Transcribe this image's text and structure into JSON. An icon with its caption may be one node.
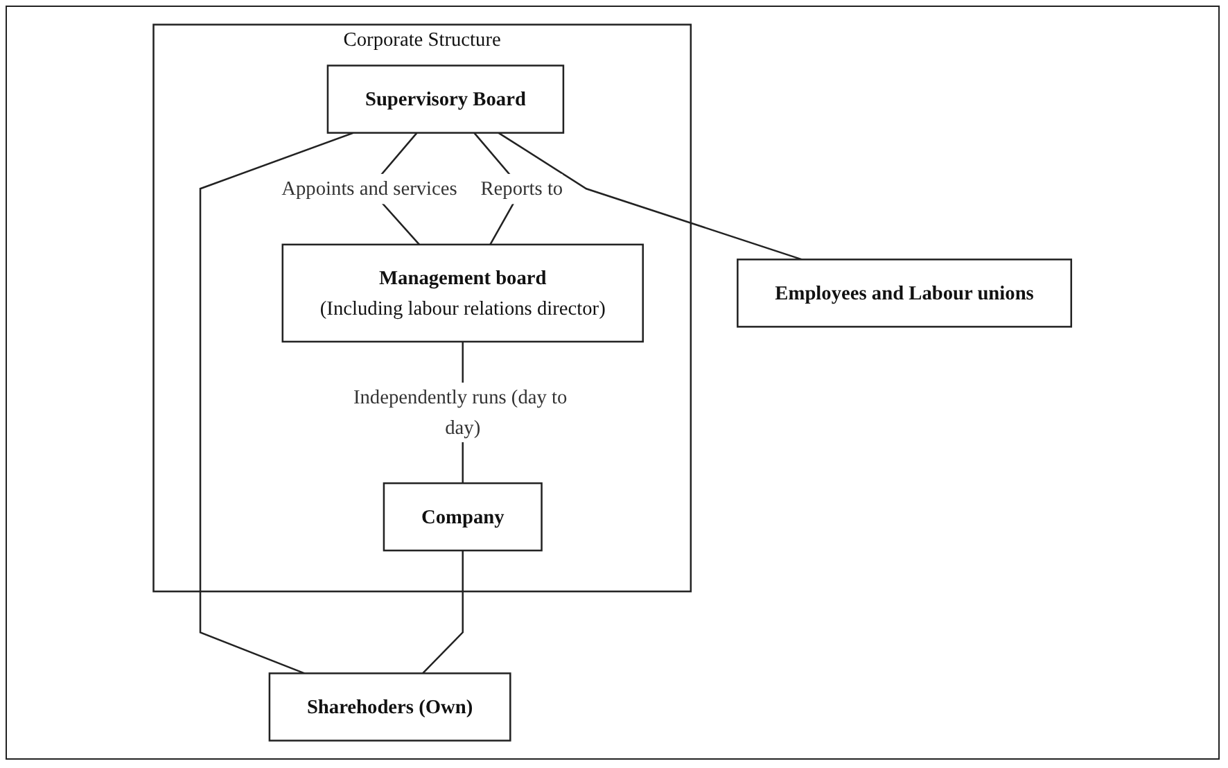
{
  "diagram": {
    "nodes": [
      {
        "text": [
          "Corporate Structure"
        ]
      },
      {
        "text": [
          "Supervisory Board"
        ],
        "in": 0
      },
      {
        "text": [
          "Management board",
          "(Including labour relations director)"
        ],
        "in": 0
      },
      {
        "text": [
          "Company"
        ],
        "in": 0
      },
      {
        "text": [
          "Employees and Labour unions"
        ]
      },
      {
        "text": [
          "Sharehoders (Own)"
        ]
      }
    ],
    "edges": [
      {
        "from": 1,
        "to": 2,
        "arrow": "none",
        "label": "Appoints and services"
      },
      {
        "from": 1,
        "to": 2,
        "arrow": "none",
        "label": "Reports to"
      },
      {
        "from": 2,
        "to": 3,
        "arrow": "none",
        "label": "Independently runs (day to day)"
      },
      {
        "from": 1,
        "to": 4,
        "arrow": "none"
      },
      {
        "from": 1,
        "to": 5,
        "arrow": "none"
      },
      {
        "from": 3,
        "to": 5,
        "arrow": "none"
      }
    ]
  }
}
